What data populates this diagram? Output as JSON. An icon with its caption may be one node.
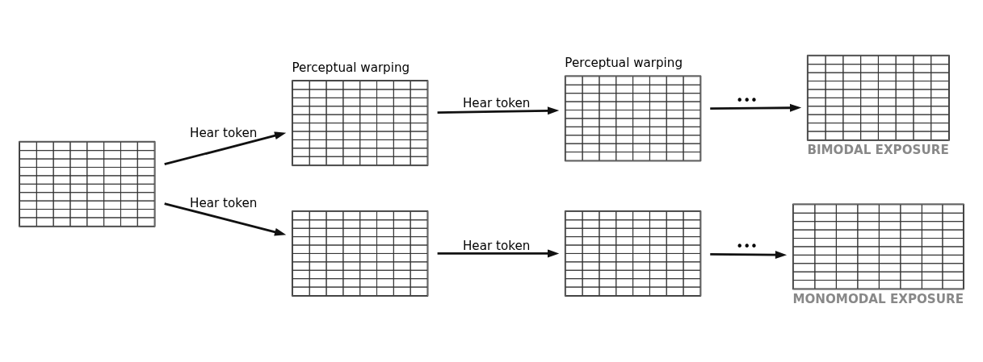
{
  "diagram": {
    "nodes": [
      {
        "text": [],
        "shape": "grid"
      },
      {
        "text": [],
        "shape": "grid",
        "beside": [
          "Perceptual warping"
        ]
      },
      {
        "text": [],
        "shape": "grid",
        "beside": [
          "Perceptual warping"
        ]
      },
      {
        "text": [],
        "shape": "grid",
        "beside": [
          "BIMODAL EXPOSURE"
        ]
      },
      {
        "text": [],
        "shape": "grid"
      },
      {
        "text": [],
        "shape": "grid"
      },
      {
        "text": [],
        "shape": "grid",
        "beside": [
          "MONOMODAL EXPOSURE"
        ]
      }
    ],
    "edges": [
      {
        "from": 0,
        "to": 1,
        "arrow": "to",
        "label": "Hear token"
      },
      {
        "from": 0,
        "to": 4,
        "arrow": "to",
        "label": "Hear token"
      },
      {
        "from": 1,
        "to": 2,
        "arrow": "to",
        "label": "Hear token"
      },
      {
        "from": 4,
        "to": 5,
        "arrow": "to",
        "label": "Hear token"
      },
      {
        "from": 2,
        "to": 3,
        "arrow": "to",
        "label": "•••"
      },
      {
        "from": 5,
        "to": 6,
        "arrow": "to",
        "label": "•••"
      }
    ]
  }
}
